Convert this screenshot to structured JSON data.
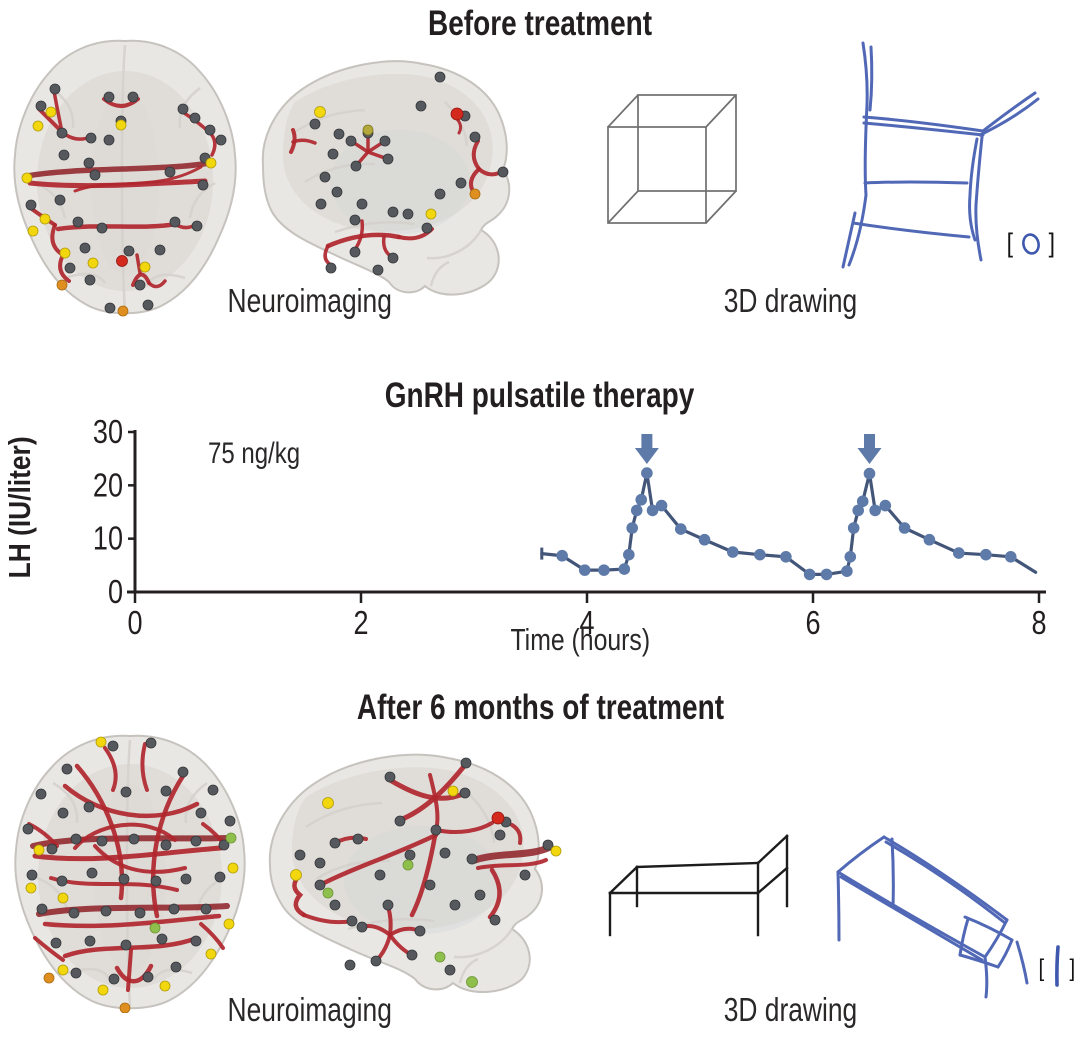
{
  "colors": {
    "tract_red": "#b0262e",
    "tract_dark_red": "#8d1f26",
    "node_gray": "#55585c",
    "node_yellow": "#f2d60e",
    "node_orange": "#df8f1f",
    "node_red": "#d42a1e",
    "node_green": "#8fbf4d",
    "brain_fill": "#e9e7e3",
    "brain_stroke": "#c6c3be",
    "brain_shade": "#d8d5d0",
    "sketch_blue": "#3e58ae",
    "stimulus_gray": "#6f6f6f",
    "stimulus_black": "#1c1c1c",
    "chart_line": "#43567a",
    "chart_dot": "#5d7aa8",
    "arrow_blue": "#5d7aa8",
    "axis_black": "#231f20",
    "text_black": "#231f20"
  },
  "before": {
    "title": "Before treatment",
    "neuroimaging_label": "Neuroimaging",
    "drawing_label": "3D drawing",
    "score_bracket_left": "[",
    "score_bracket_right": "]"
  },
  "after": {
    "title": "After 6 months of treatment",
    "neuroimaging_label": "Neuroimaging",
    "drawing_label": "3D drawing",
    "score_bracket_left": "[",
    "score_bracket_right": "]"
  },
  "chart_data": {
    "type": "line",
    "title": "GnRH pulsatile therapy",
    "annotation": "75 ng/kg",
    "xlabel": "Time (hours)",
    "ylabel": "LH (IU/liter)",
    "xlim": [
      0,
      8
    ],
    "ylim": [
      0,
      30
    ],
    "xticks": [
      0,
      2,
      4,
      6,
      8
    ],
    "yticks": [
      0,
      10,
      20,
      30
    ],
    "grid": false,
    "legend": "none",
    "injection_arrow_times": [
      4.53,
      6.5
    ],
    "series": [
      {
        "name": "LH",
        "marker": "circle",
        "points": [
          [
            3.6,
            7.2
          ],
          [
            3.78,
            6.8
          ],
          [
            3.98,
            4.1
          ],
          [
            4.15,
            4.1
          ],
          [
            4.33,
            4.3
          ],
          [
            4.37,
            7.0
          ],
          [
            4.4,
            12.0
          ],
          [
            4.44,
            15.3
          ],
          [
            4.48,
            17.3
          ],
          [
            4.53,
            22.3
          ],
          [
            4.58,
            15.3
          ],
          [
            4.66,
            16.2
          ],
          [
            4.83,
            11.8
          ],
          [
            5.04,
            9.8
          ],
          [
            5.29,
            7.5
          ],
          [
            5.53,
            7.0
          ],
          [
            5.76,
            6.6
          ],
          [
            5.97,
            3.3
          ],
          [
            6.12,
            3.3
          ],
          [
            6.3,
            3.9
          ],
          [
            6.33,
            6.6
          ],
          [
            6.36,
            12.0
          ],
          [
            6.4,
            15.3
          ],
          [
            6.44,
            17.0
          ],
          [
            6.5,
            22.2
          ],
          [
            6.55,
            15.3
          ],
          [
            6.64,
            16.2
          ],
          [
            6.81,
            12.0
          ],
          [
            7.03,
            9.8
          ],
          [
            7.29,
            7.3
          ],
          [
            7.53,
            7.0
          ],
          [
            7.75,
            6.6
          ],
          [
            7.97,
            3.7
          ]
        ]
      }
    ]
  }
}
